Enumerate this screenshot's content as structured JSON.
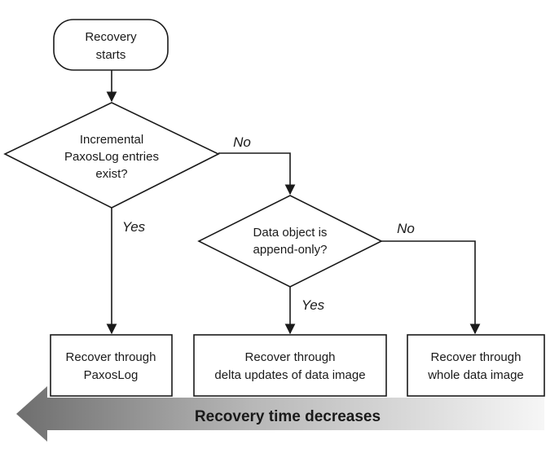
{
  "nodes": {
    "start": {
      "lines": [
        "Recovery",
        "starts"
      ]
    },
    "decision_paxos": {
      "lines": [
        "Incremental",
        "PaxosLog entries",
        "exist?"
      ]
    },
    "decision_append": {
      "lines": [
        "Data object is",
        "append-only?"
      ]
    },
    "recover_paxos": {
      "lines": [
        "Recover through",
        "PaxosLog"
      ]
    },
    "recover_delta": {
      "lines": [
        "Recover through",
        "delta updates of data image"
      ]
    },
    "recover_whole": {
      "lines": [
        "Recover through",
        "whole data image"
      ]
    }
  },
  "edges": {
    "paxos_no": "No",
    "paxos_yes": "Yes",
    "append_no": "No",
    "append_yes": "Yes"
  },
  "arrow": {
    "label": "Recovery time decreases"
  },
  "colors": {
    "stroke": "#1a1a1a",
    "arrow_dark": "#6e6e6e",
    "arrow_light": "#f4f4f4"
  }
}
